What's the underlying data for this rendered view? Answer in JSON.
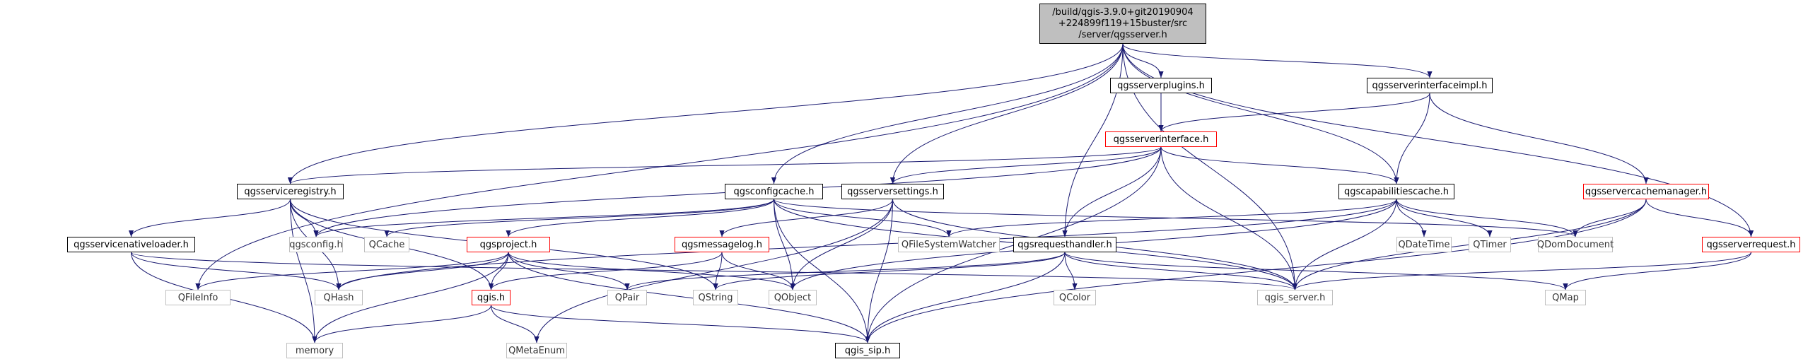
{
  "diagram": {
    "type": "include-dependency-graph",
    "colors": {
      "edge": "#191970",
      "root_fill": "#bfbfbf",
      "missing_border": "#ff0000",
      "external_border": "#bfbfbf"
    },
    "nodes": {
      "root": {
        "label": "/build/qgis-3.9.0+git20190904\n+224899f119+15buster/src\n/server/qgsserver.h",
        "kind": "root"
      },
      "serverplugins": {
        "label": "qgsserverplugins.h",
        "kind": "normal"
      },
      "interfaceimpl": {
        "label": "qgsserverinterfaceimpl.h",
        "kind": "normal"
      },
      "serverinterface": {
        "label": "qgsserverinterface.h",
        "kind": "red"
      },
      "serviceregistry": {
        "label": "qgsserviceregistry.h",
        "kind": "normal"
      },
      "configcache": {
        "label": "qgsconfigcache.h",
        "kind": "normal"
      },
      "serversettings": {
        "label": "qgsserversettings.h",
        "kind": "normal"
      },
      "capabilitiescache": {
        "label": "qgscapabilitiescache.h",
        "kind": "normal"
      },
      "cachemanager": {
        "label": "qgsservercachemanager.h",
        "kind": "red"
      },
      "servicenativeloader": {
        "label": "qgsservicenativeloader.h",
        "kind": "normal"
      },
      "qgsconfig": {
        "label": "qgsconfig.h",
        "kind": "ext"
      },
      "qcache": {
        "label": "QCache",
        "kind": "ext"
      },
      "qgsproject": {
        "label": "qgsproject.h",
        "kind": "red"
      },
      "messagelog": {
        "label": "qgsmessagelog.h",
        "kind": "red"
      },
      "qfsw": {
        "label": "QFileSystemWatcher",
        "kind": "ext"
      },
      "requesthandler": {
        "label": "qgsrequesthandler.h",
        "kind": "normal"
      },
      "qdatetime": {
        "label": "QDateTime",
        "kind": "ext"
      },
      "qtimer": {
        "label": "QTimer",
        "kind": "ext"
      },
      "qdomdocument": {
        "label": "QDomDocument",
        "kind": "ext"
      },
      "serverrequest": {
        "label": "qgsserverrequest.h",
        "kind": "red"
      },
      "qfileinfo": {
        "label": "QFileInfo",
        "kind": "ext"
      },
      "qhash": {
        "label": "QHash",
        "kind": "ext"
      },
      "qgis": {
        "label": "qgis.h",
        "kind": "red"
      },
      "qpair": {
        "label": "QPair",
        "kind": "ext"
      },
      "qstring": {
        "label": "QString",
        "kind": "ext"
      },
      "qobject": {
        "label": "QObject",
        "kind": "ext"
      },
      "qcolor": {
        "label": "QColor",
        "kind": "ext"
      },
      "qgisserver": {
        "label": "qgis_server.h",
        "kind": "ext"
      },
      "qmap": {
        "label": "QMap",
        "kind": "ext"
      },
      "memory": {
        "label": "memory",
        "kind": "ext"
      },
      "qmetaenum": {
        "label": "QMetaEnum",
        "kind": "ext"
      },
      "qgissip": {
        "label": "qgis_sip.h",
        "kind": "normal"
      }
    },
    "edges": [
      [
        "root",
        "serverplugins"
      ],
      [
        "root",
        "interfaceimpl"
      ],
      [
        "root",
        "serviceregistry"
      ],
      [
        "root",
        "configcache"
      ],
      [
        "root",
        "serversettings"
      ],
      [
        "root",
        "capabilitiescache"
      ],
      [
        "root",
        "requesthandler"
      ],
      [
        "root",
        "serverrequest"
      ],
      [
        "root",
        "qgisserver"
      ],
      [
        "root",
        "qfileinfo"
      ],
      [
        "serverplugins",
        "serverinterface"
      ],
      [
        "interfaceimpl",
        "serverinterface"
      ],
      [
        "interfaceimpl",
        "capabilitiescache"
      ],
      [
        "interfaceimpl",
        "cachemanager"
      ],
      [
        "serverinterface",
        "serviceregistry"
      ],
      [
        "serverinterface",
        "serversettings"
      ],
      [
        "serverinterface",
        "capabilitiescache"
      ],
      [
        "serverinterface",
        "requesthandler"
      ],
      [
        "serverinterface",
        "qgisserver"
      ],
      [
        "serverinterface",
        "qgissip"
      ],
      [
        "serverinterface",
        "qgsconfig"
      ],
      [
        "serviceregistry",
        "servicenativeloader"
      ],
      [
        "serviceregistry",
        "qgsconfig"
      ],
      [
        "serviceregistry",
        "qhash"
      ],
      [
        "serviceregistry",
        "qgis"
      ],
      [
        "serviceregistry",
        "memory"
      ],
      [
        "serviceregistry",
        "qstring"
      ],
      [
        "configcache",
        "qgsconfig"
      ],
      [
        "configcache",
        "qcache"
      ],
      [
        "configcache",
        "qgsproject"
      ],
      [
        "configcache",
        "qfsw"
      ],
      [
        "configcache",
        "qobject"
      ],
      [
        "configcache",
        "qgisserver"
      ],
      [
        "configcache",
        "qdomdocument"
      ],
      [
        "configcache",
        "qgissip"
      ],
      [
        "serversettings",
        "messagelog"
      ],
      [
        "serversettings",
        "qobject"
      ],
      [
        "serversettings",
        "qgissip"
      ],
      [
        "serversettings",
        "qgisserver"
      ],
      [
        "serversettings",
        "qmetaenum"
      ],
      [
        "capabilitiescache",
        "qdatetime"
      ],
      [
        "capabilitiescache",
        "qtimer"
      ],
      [
        "capabilitiescache",
        "qdomdocument"
      ],
      [
        "capabilitiescache",
        "qfsw"
      ],
      [
        "capabilitiescache",
        "qobject"
      ],
      [
        "capabilitiescache",
        "qgisserver"
      ],
      [
        "capabilitiescache",
        "qhash"
      ],
      [
        "cachemanager",
        "qdomdocument"
      ],
      [
        "cachemanager",
        "serverrequest"
      ],
      [
        "cachemanager",
        "qgisserver"
      ],
      [
        "cachemanager",
        "qgissip"
      ],
      [
        "servicenativeloader",
        "qhash"
      ],
      [
        "servicenativeloader",
        "memory"
      ],
      [
        "servicenativeloader",
        "qgisserver"
      ],
      [
        "qgsproject",
        "qfileinfo"
      ],
      [
        "qgsproject",
        "qhash"
      ],
      [
        "qgsproject",
        "qgis"
      ],
      [
        "qgsproject",
        "qpair"
      ],
      [
        "qgsproject",
        "qobject"
      ],
      [
        "qgsproject",
        "memory"
      ],
      [
        "qgsproject",
        "qgissip"
      ],
      [
        "messagelog",
        "qgis"
      ],
      [
        "messagelog",
        "qstring"
      ],
      [
        "messagelog",
        "qobject"
      ],
      [
        "requesthandler",
        "qmap"
      ],
      [
        "requesthandler",
        "qstring"
      ],
      [
        "requesthandler",
        "qcolor"
      ],
      [
        "requesthandler",
        "qpair"
      ],
      [
        "requesthandler",
        "qgisserver"
      ],
      [
        "requesthandler",
        "qgissip"
      ],
      [
        "serverrequest",
        "qgisserver"
      ],
      [
        "serverrequest",
        "qmap"
      ],
      [
        "qgis",
        "memory"
      ],
      [
        "qgis",
        "qmetaenum"
      ],
      [
        "qgis",
        "qgissip"
      ]
    ]
  }
}
